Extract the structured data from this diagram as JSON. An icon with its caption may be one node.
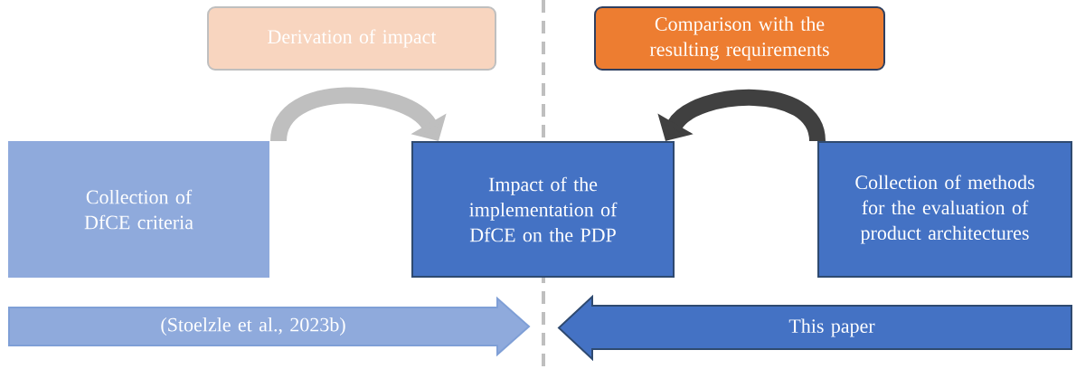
{
  "diagram": {
    "nodes": [
      {
        "text": [
          "Derivation of impact"
        ]
      },
      {
        "text": [
          "Comparison with the resulting requirements"
        ]
      },
      {
        "text": [
          "Collection of DfCE criteria"
        ]
      },
      {
        "text": [
          "Impact of the implementation of DfCE on the PDP"
        ]
      },
      {
        "text": [
          "Collection of methods for the evaluation of product architectures"
        ]
      },
      {
        "text": [
          "(Stoelzle et al., 2023b)"
        ]
      },
      {
        "text": [
          "This paper"
        ]
      }
    ],
    "edges": [
      {
        "from": 2,
        "to": 3,
        "arrow": "to",
        "color": "#bfbfbf"
      },
      {
        "from": 4,
        "to": 3,
        "arrow": "to",
        "color": "#404040"
      }
    ]
  }
}
